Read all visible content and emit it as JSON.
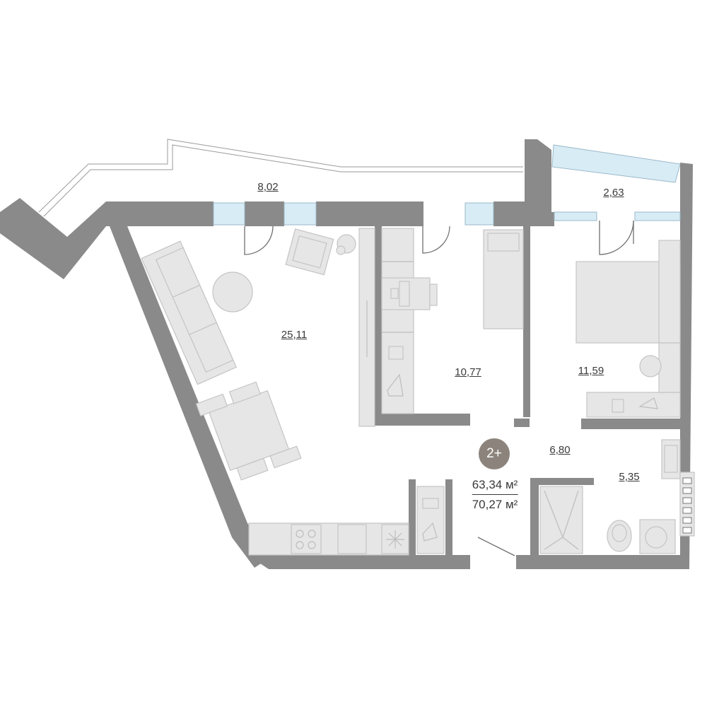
{
  "apartment": {
    "type_badge": "2+",
    "living_area": "63,34 м²",
    "total_area": "70,27 м²"
  },
  "rooms": {
    "balcony_left": "8,02",
    "balcony_right": "2,63",
    "living_room": "25,11",
    "bedroom_middle": "10,77",
    "bedroom_right": "11,59",
    "hallway": "6,80",
    "bathroom": "5,35"
  },
  "colors": {
    "wall": "#8a8a8a",
    "glass": "#d8ecf6",
    "furniture": "#e6e6e6",
    "badge": "#8c847c"
  }
}
